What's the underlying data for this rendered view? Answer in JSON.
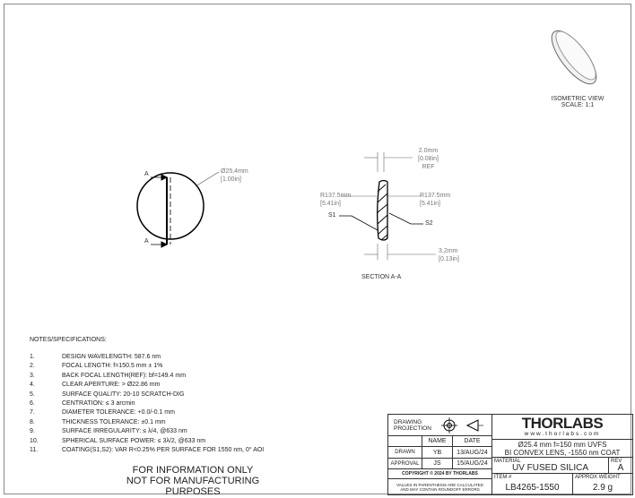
{
  "front_view": {
    "section_label_top": "A",
    "section_label_bottom": "A",
    "diameter": "Ø25.4mm",
    "diameter_in": "[1.00in]"
  },
  "section_view": {
    "thickness_ref": "2.0mm",
    "thickness_ref_in": "[0.08in]",
    "ref": "REF",
    "radius_left": "R137.5mm",
    "radius_left_in": "[5.41in]",
    "radius_right": "R137.5mm",
    "radius_right_in": "[5.41in]",
    "s1": "S1",
    "s2": "S2",
    "center_thickness": "3.2mm",
    "center_thickness_in": "[0.13in]",
    "title": "SECTION A-A"
  },
  "isometric": {
    "title": "ISOMETRIC VIEW",
    "scale": "SCALE: 1:1"
  },
  "notes": {
    "title": "NOTES/SPECIFICATIONS:",
    "items": [
      {
        "n": "1.",
        "t": "DESIGN WAVELENGTH: 587.6 nm"
      },
      {
        "n": "2.",
        "t": "FOCAL LENGTH: f=150.5 mm ± 1%"
      },
      {
        "n": "3.",
        "t": "BACK FOCAL LENGTH(REF): bf=149.4 mm"
      },
      {
        "n": "4.",
        "t": "CLEAR APERTURE: > Ø22.86 mm"
      },
      {
        "n": "5.",
        "t": "SURFACE QUALITY: 20-10 SCRATCH-DIG"
      },
      {
        "n": "6.",
        "t": "CENTRATION: ≤ 3 arcmin"
      },
      {
        "n": "7.",
        "t": "DIAMETER TOLERANCE: +0.0/-0.1 mm"
      },
      {
        "n": "8.",
        "t": "THICKNESS TOLERANCE: ±0.1 mm"
      },
      {
        "n": "9.",
        "t": "SURFACE IRREGULARITY: ≤ λ/4, @633 nm"
      },
      {
        "n": "10.",
        "t": "SPHERICAL SURFACE POWER: ≤ 3λ/2, @633 nm"
      },
      {
        "n": "11.",
        "t": "COATING(S1,S2): VAR R<0.25% PER SURFACE FOR 1550 nm, 0° AOI"
      }
    ]
  },
  "disclaimer": [
    "FOR INFORMATION ONLY",
    "NOT FOR MANUFACTURING PURPOSES"
  ],
  "title_block": {
    "projection": "DRAWING PROJECTION",
    "name_h": "NAME",
    "date_h": "DATE",
    "drawn": "DRAWN",
    "drawn_name": "YB",
    "drawn_date": "13/AUG/24",
    "approval": "APPROVAL",
    "approval_name": "JS",
    "approval_date": "15/AUG/24",
    "copyright": "COPYRIGHT © 2024 BY THORLABS",
    "values_note": "VALUES IN PARENTHESIS ARE CALCULATED AND MAY CONTAIN ROUNDOFF ERRORS",
    "logo": "THORLABS",
    "website": "www.thorlabs.com",
    "desc1": "Ø25.4 mm f=150 mm UVFS",
    "desc2": "BI CONVEX LENS, -1550 nm COAT",
    "material_l": "MATERIAL",
    "material": "UV FUSED SILICA",
    "rev_l": "REV",
    "rev": "A",
    "item_l": "ITEM #",
    "item": "LB4265-1550",
    "weight_l": "APPROX WEIGHT",
    "weight": "2.9 g"
  }
}
